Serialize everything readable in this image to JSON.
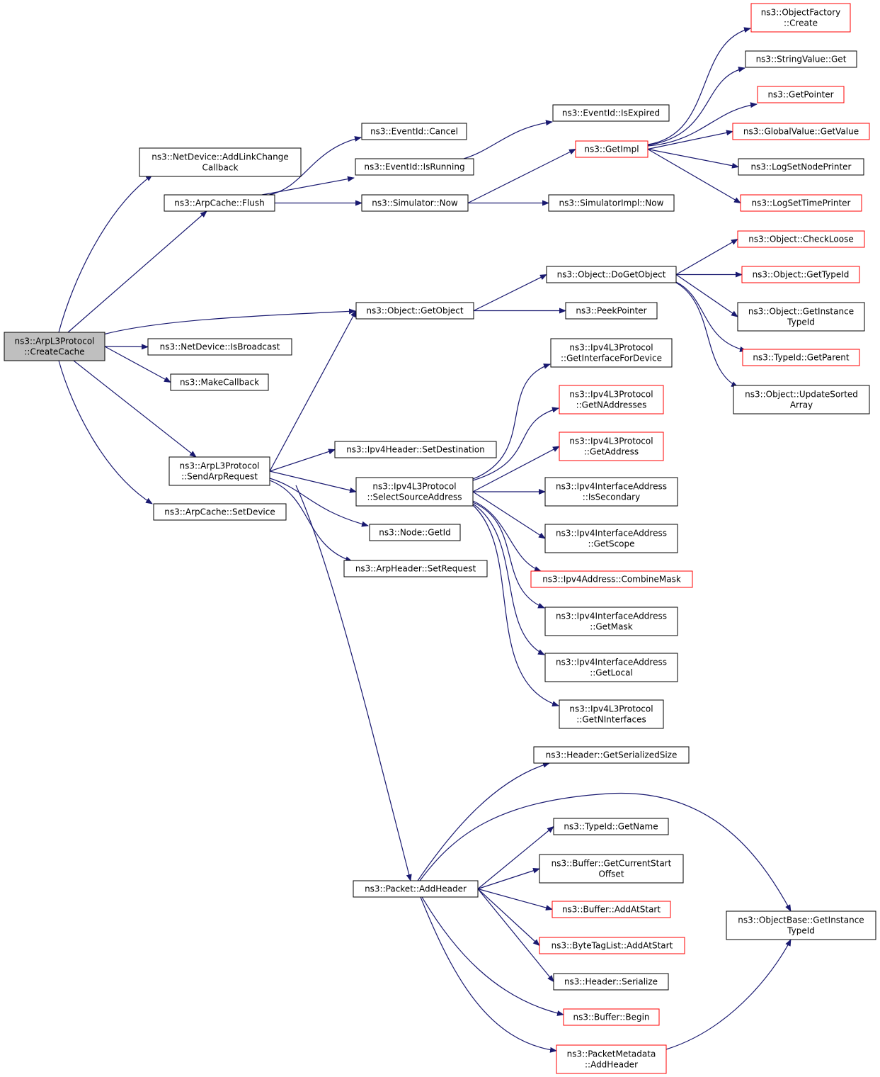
{
  "graph": {
    "colors": {
      "edge": "#191970",
      "node_border": "#000000",
      "node_truncated_border": "#ff0000",
      "root_fill": "#bfbfbf",
      "node_fill": "#ffffff"
    },
    "nodes": [
      {
        "id": "createcache",
        "lines": [
          "ns3::ArpL3Protocol",
          "::CreateCache"
        ],
        "root": true
      },
      {
        "id": "adddlinkchange",
        "lines": [
          "ns3::NetDevice::AddLinkChange",
          "Callback"
        ]
      },
      {
        "id": "flush",
        "lines": [
          "ns3::ArpCache::Flush"
        ]
      },
      {
        "id": "isbroadcast",
        "lines": [
          "ns3::NetDevice::IsBroadcast"
        ]
      },
      {
        "id": "makecallback",
        "lines": [
          "ns3::MakeCallback"
        ]
      },
      {
        "id": "sendarprequest",
        "lines": [
          "ns3::ArpL3Protocol",
          "::SendArpRequest"
        ]
      },
      {
        "id": "setdevice",
        "lines": [
          "ns3::ArpCache::SetDevice"
        ]
      },
      {
        "id": "cancel",
        "lines": [
          "ns3::EventId::Cancel"
        ]
      },
      {
        "id": "isrunning",
        "lines": [
          "ns3::EventId::IsRunning"
        ]
      },
      {
        "id": "simnow",
        "lines": [
          "ns3::Simulator::Now"
        ]
      },
      {
        "id": "getobject",
        "lines": [
          "ns3::Object::GetObject"
        ]
      },
      {
        "id": "setdestination",
        "lines": [
          "ns3::Ipv4Header::SetDestination"
        ]
      },
      {
        "id": "selectsource",
        "lines": [
          "ns3::Ipv4L3Protocol",
          "::SelectSourceAddress"
        ]
      },
      {
        "id": "nodegetid",
        "lines": [
          "ns3::Node::GetId"
        ]
      },
      {
        "id": "setrequest",
        "lines": [
          "ns3::ArpHeader::SetRequest"
        ]
      },
      {
        "id": "addheader",
        "lines": [
          "ns3::Packet::AddHeader"
        ]
      },
      {
        "id": "isexpired",
        "lines": [
          "ns3::EventId::IsExpired"
        ]
      },
      {
        "id": "getimpl",
        "lines": [
          "ns3::GetImpl"
        ],
        "truncated": true
      },
      {
        "id": "simimplnow",
        "lines": [
          "ns3::SimulatorImpl::Now"
        ]
      },
      {
        "id": "dogetobject",
        "lines": [
          "ns3::Object::DoGetObject"
        ]
      },
      {
        "id": "peekpointer",
        "lines": [
          "ns3::PeekPointer"
        ]
      },
      {
        "id": "getifacefordev",
        "lines": [
          "ns3::Ipv4L3Protocol",
          "::GetInterfaceForDevice"
        ]
      },
      {
        "id": "getnaddresses",
        "lines": [
          "ns3::Ipv4L3Protocol",
          "::GetNAddresses"
        ],
        "truncated": true
      },
      {
        "id": "getaddress",
        "lines": [
          "ns3::Ipv4L3Protocol",
          "::GetAddress"
        ],
        "truncated": true
      },
      {
        "id": "issecondary",
        "lines": [
          "ns3::Ipv4InterfaceAddress",
          "::IsSecondary"
        ]
      },
      {
        "id": "getscope",
        "lines": [
          "ns3::Ipv4InterfaceAddress",
          "::GetScope"
        ]
      },
      {
        "id": "combinemask",
        "lines": [
          "ns3::Ipv4Address::CombineMask"
        ],
        "truncated": true
      },
      {
        "id": "getmask",
        "lines": [
          "ns3::Ipv4InterfaceAddress",
          "::GetMask"
        ]
      },
      {
        "id": "getlocal",
        "lines": [
          "ns3::Ipv4InterfaceAddress",
          "::GetLocal"
        ]
      },
      {
        "id": "getninterfaces",
        "lines": [
          "ns3::Ipv4L3Protocol",
          "::GetNInterfaces"
        ]
      },
      {
        "id": "getserializedsize",
        "lines": [
          "ns3::Header::GetSerializedSize"
        ]
      },
      {
        "id": "getname",
        "lines": [
          "ns3::TypeId::GetName"
        ]
      },
      {
        "id": "getcurrentstart",
        "lines": [
          "ns3::Buffer::GetCurrentStart",
          "Offset"
        ]
      },
      {
        "id": "bufaddatstart",
        "lines": [
          "ns3::Buffer::AddAtStart"
        ],
        "truncated": true
      },
      {
        "id": "btladdatstart",
        "lines": [
          "ns3::ByteTagList::AddAtStart"
        ],
        "truncated": true
      },
      {
        "id": "serialize",
        "lines": [
          "ns3::Header::Serialize"
        ]
      },
      {
        "id": "bufbegin",
        "lines": [
          "ns3::Buffer::Begin"
        ],
        "truncated": true
      },
      {
        "id": "pmaddheader",
        "lines": [
          "ns3::PacketMetadata",
          "::AddHeader"
        ],
        "truncated": true
      },
      {
        "id": "objfactcreate",
        "lines": [
          "ns3::ObjectFactory",
          "::Create"
        ],
        "truncated": true
      },
      {
        "id": "stringvalueget",
        "lines": [
          "ns3::StringValue::Get"
        ]
      },
      {
        "id": "getpointer",
        "lines": [
          "ns3::GetPointer"
        ],
        "truncated": true
      },
      {
        "id": "globalvalue",
        "lines": [
          "ns3::GlobalValue::GetValue"
        ],
        "truncated": true
      },
      {
        "id": "lognodeprinter",
        "lines": [
          "ns3::LogSetNodePrinter"
        ]
      },
      {
        "id": "logtimeprinter",
        "lines": [
          "ns3::LogSetTimePrinter"
        ],
        "truncated": true
      },
      {
        "id": "checkloose",
        "lines": [
          "ns3::Object::CheckLoose"
        ],
        "truncated": true
      },
      {
        "id": "objgettypeid",
        "lines": [
          "ns3::Object::GetTypeId"
        ],
        "truncated": true
      },
      {
        "id": "objgetinstancetypeid",
        "lines": [
          "ns3::Object::GetInstance",
          "TypeId"
        ]
      },
      {
        "id": "getparent",
        "lines": [
          "ns3::TypeId::GetParent"
        ],
        "truncated": true
      },
      {
        "id": "updatesorted",
        "lines": [
          "ns3::Object::UpdateSorted",
          "Array"
        ]
      },
      {
        "id": "objbasegetinstance",
        "lines": [
          "ns3::ObjectBase::GetInstance",
          "TypeId"
        ]
      }
    ],
    "edges": [
      [
        "createcache",
        "adddlinkchange"
      ],
      [
        "createcache",
        "flush"
      ],
      [
        "createcache",
        "getobject"
      ],
      [
        "createcache",
        "isbroadcast"
      ],
      [
        "createcache",
        "makecallback"
      ],
      [
        "createcache",
        "sendarprequest"
      ],
      [
        "createcache",
        "setdevice"
      ],
      [
        "flush",
        "cancel"
      ],
      [
        "flush",
        "isrunning"
      ],
      [
        "flush",
        "simnow"
      ],
      [
        "isrunning",
        "isexpired"
      ],
      [
        "simnow",
        "getimpl"
      ],
      [
        "simnow",
        "simimplnow"
      ],
      [
        "getimpl",
        "objfactcreate"
      ],
      [
        "getimpl",
        "stringvalueget"
      ],
      [
        "getimpl",
        "getpointer"
      ],
      [
        "getimpl",
        "globalvalue"
      ],
      [
        "getimpl",
        "lognodeprinter"
      ],
      [
        "getimpl",
        "logtimeprinter"
      ],
      [
        "getobject",
        "dogetobject"
      ],
      [
        "getobject",
        "peekpointer"
      ],
      [
        "dogetobject",
        "checkloose"
      ],
      [
        "dogetobject",
        "objgettypeid"
      ],
      [
        "dogetobject",
        "objgetinstancetypeid"
      ],
      [
        "dogetobject",
        "getparent"
      ],
      [
        "dogetobject",
        "updatesorted"
      ],
      [
        "sendarprequest",
        "getobject"
      ],
      [
        "sendarprequest",
        "setdestination"
      ],
      [
        "sendarprequest",
        "selectsource"
      ],
      [
        "sendarprequest",
        "nodegetid"
      ],
      [
        "sendarprequest",
        "setrequest"
      ],
      [
        "sendarprequest",
        "addheader"
      ],
      [
        "selectsource",
        "getifacefordev"
      ],
      [
        "selectsource",
        "getnaddresses"
      ],
      [
        "selectsource",
        "getaddress"
      ],
      [
        "selectsource",
        "issecondary"
      ],
      [
        "selectsource",
        "getscope"
      ],
      [
        "selectsource",
        "combinemask"
      ],
      [
        "selectsource",
        "getmask"
      ],
      [
        "selectsource",
        "getlocal"
      ],
      [
        "selectsource",
        "getninterfaces"
      ],
      [
        "addheader",
        "getserializedsize"
      ],
      [
        "addheader",
        "objbasegetinstance"
      ],
      [
        "addheader",
        "getname"
      ],
      [
        "addheader",
        "getcurrentstart"
      ],
      [
        "addheader",
        "bufaddatstart"
      ],
      [
        "addheader",
        "btladdatstart"
      ],
      [
        "addheader",
        "serialize"
      ],
      [
        "addheader",
        "bufbegin"
      ],
      [
        "addheader",
        "pmaddheader"
      ],
      [
        "pmaddheader",
        "objbasegetinstance"
      ]
    ]
  }
}
